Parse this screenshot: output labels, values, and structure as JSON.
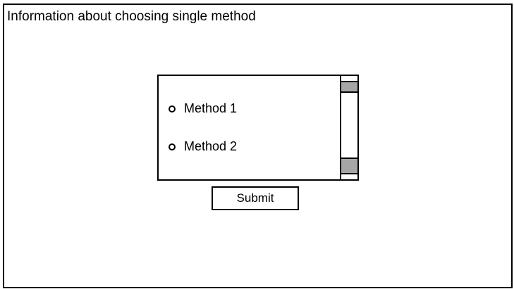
{
  "header": {
    "info_text": "Information about choosing single method"
  },
  "method_list": {
    "options": [
      {
        "label": "Method 1",
        "selected": false
      },
      {
        "label": "Method 2",
        "selected": false
      }
    ]
  },
  "actions": {
    "submit_label": "Submit"
  },
  "colors": {
    "border": "#000000",
    "background": "#ffffff",
    "scroll_thumb": "#a6a6a6"
  }
}
